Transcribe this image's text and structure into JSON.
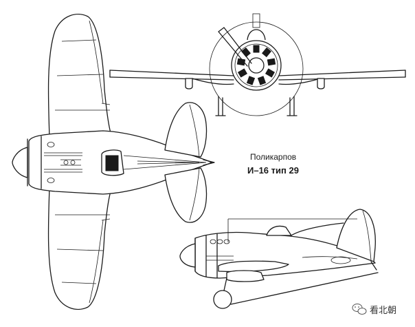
{
  "caption": {
    "designer": "Поликарпов",
    "model": "И–16 тип 29"
  },
  "watermark": {
    "text": "看北朝",
    "icon": "wechat-icon"
  }
}
